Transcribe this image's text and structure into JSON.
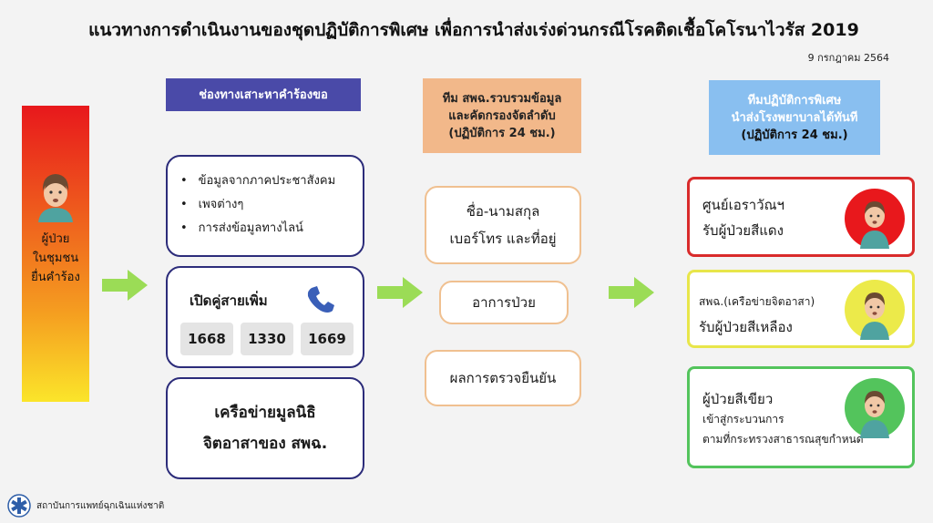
{
  "title": "แนวทางการดำเนินงานของชุดปฏิบัติการพิเศษ เพื่อการนำส่งเร่งด่วนกรณีโรคติดเชื้อโคโรนาไวรัส 2019",
  "date": "9 กรกฎาคม 2564",
  "patient": {
    "lines": [
      "ผู้ป่วย",
      "ในชุมชน",
      "ยื่นคำร้อง"
    ]
  },
  "channels": {
    "header": "ช่องทางเสาะหาคำร้องขอ",
    "list": [
      "ข้อมูลจากภาคประชาสังคม",
      "เพจต่างๆ",
      "การส่งข้อมูลทางไลน์"
    ],
    "hotline_label": "เปิดคู่สายเพิ่ม",
    "numbers": [
      "1668",
      "1330",
      "1669"
    ],
    "network": [
      "เครือข่ายมูลนิธิ",
      "จิตอาสาของ สพฉ."
    ]
  },
  "screening": {
    "header": [
      "ทีม สพฉ.รวบรวมข้อมูล",
      "และคัดกรองจัดลำดับ",
      "(ปฏิบัติการ 24 ชม.)"
    ],
    "items": [
      [
        "ชื่อ-นามสกุล",
        "เบอร์โทร และที่อยู่"
      ],
      [
        "อาการป่วย"
      ],
      [
        "ผลการตรวจยืนยัน"
      ]
    ]
  },
  "special_team": {
    "header": [
      "ทีมปฏิบัติการพิเศษ",
      "นำส่งโรงพยาบาลได้ทันที",
      "(ปฏิบัติการ 24 ชม.)"
    ],
    "red": [
      "ศูนย์เอราวัณฯ",
      "รับผู้ป่วยสีแดง"
    ],
    "yellow": [
      "สพฉ.(เครือข่ายจิตอาสา)",
      "รับผู้ป่วยสีเหลือง"
    ],
    "green": [
      "ผู้ป่วยสีเขียว",
      "เข้าสู่กระบวนการ",
      "ตามที่กระทรวงสาธารณสุขกำหนด"
    ]
  },
  "footer": "สถาบันการแพทย์ฉุกเฉินแห่งชาติ",
  "colors": {
    "red": "#e8181c",
    "yellow": "#e8e64a",
    "green": "#53c45c",
    "purple": "#4a4aa8",
    "orange": "#f2b88a",
    "blue": "#89bff0",
    "arrow": "#9bdc56"
  }
}
